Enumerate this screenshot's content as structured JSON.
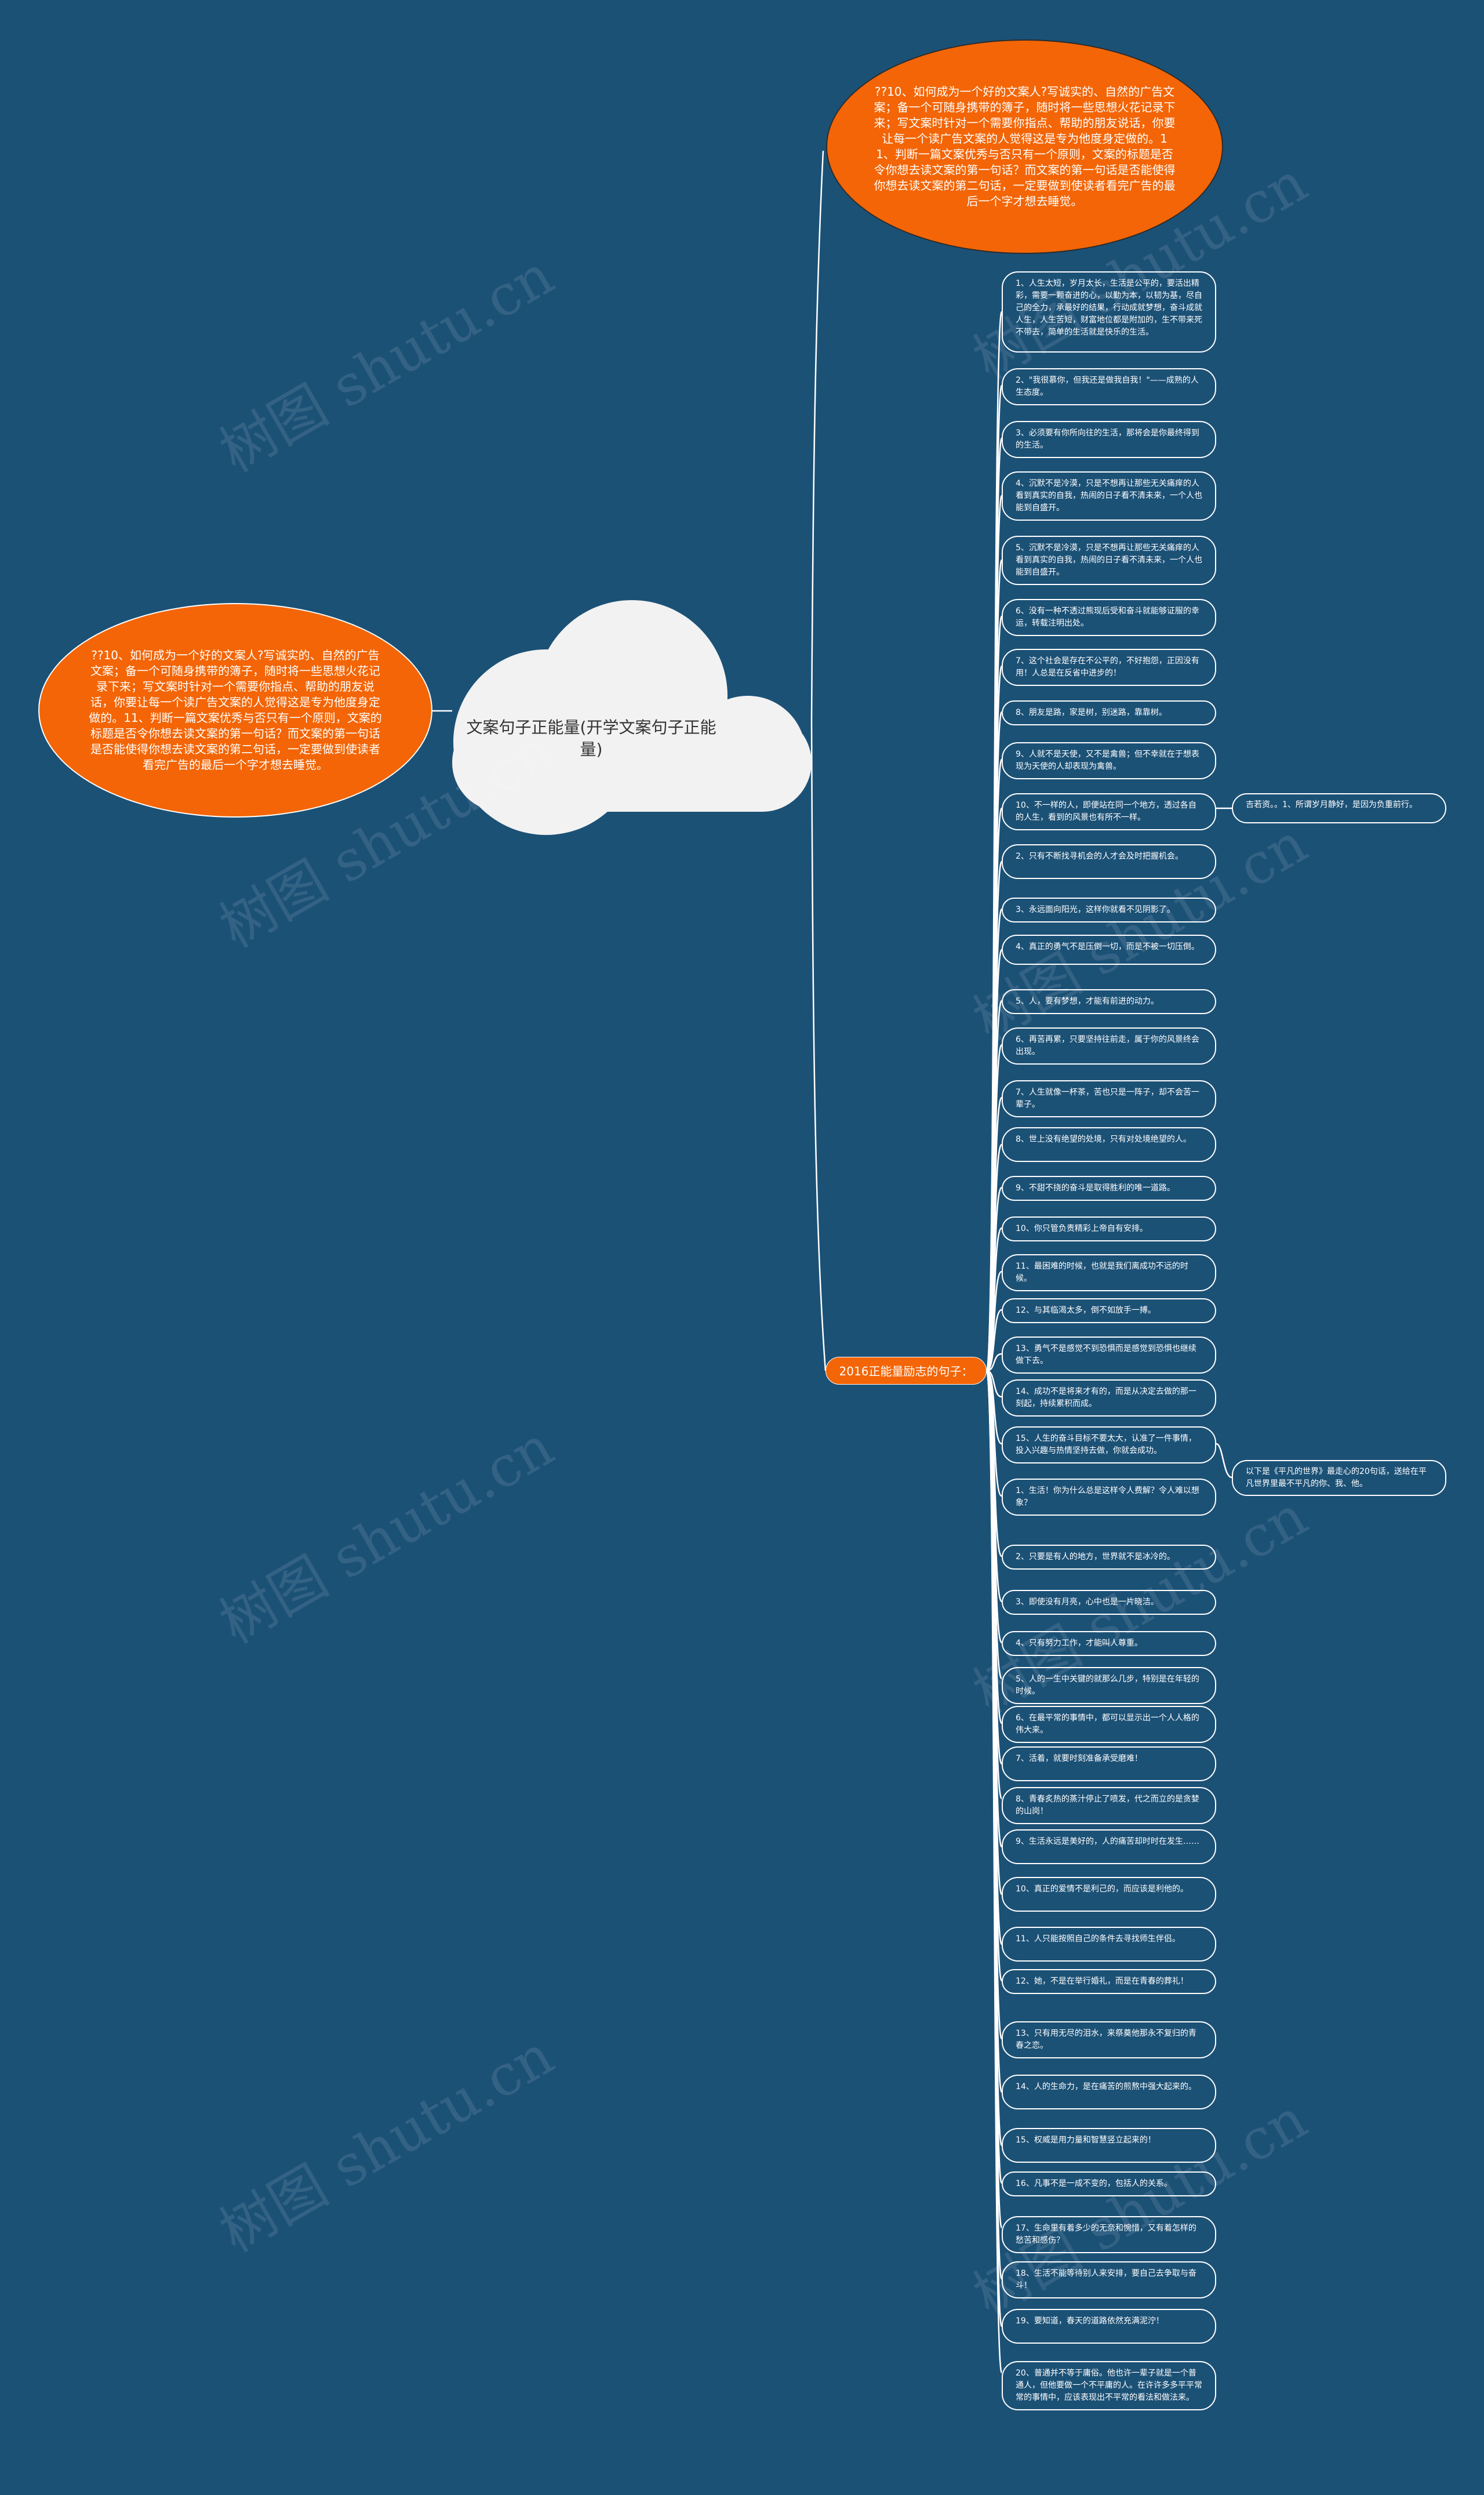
{
  "root": {
    "title": "文案句子正能量(开学文案句子正能量)"
  },
  "top_note": "??10、如何成为一个好的文案人?写诚实的、自然的广告文案；备一个可随身携带的簿子，随时将一些思想火花记录下来；写文案时针对一个需要你指点、帮助的朋友说话，你要让每一个读广告文案的人觉得这是专为他度身定做的。11、判断一篇文案优秀与否只有一个原则，文案的标题是否令你想去读文案的第一句话？而文案的第一句话是否能使得你想去读文案的第二句话，一定要做到使读者看完广告的最后一个字才想去睡觉。",
  "left_note": "??10、如何成为一个好的文案人?写诚实的、自然的广告文案；备一个可随身携带的簿子，随时将一些思想火花记录下来；写文案时针对一个需要你指点、帮助的朋友说话，你要让每一个读广告文案的人觉得这是专为他度身定做的。11、判断一篇文案优秀与否只有一个原则，文案的标题是否令你想去读文案的第一句话？而文案的第一句话是否能使得你想去读文案的第二句话，一定要做到使读者看完广告的最后一个字才想去睡觉。",
  "category": "2016正能量励志的句子：",
  "leaves": [
    "1、人生太短，岁月太长，生活是公平的，要活出精彩，需要一颗奋进的心，以勤为本，以韧为基，尽自己的全力，承最好的结果，行动成就梦想，奋斗成就人生，人生苦短，财富地位都是附加的，生不带来死不带去，简单的生活就是快乐的生活。",
    "2、\"我很慕你，但我还是做我自我！\"——成熟的人生态度。",
    "3、必须要有你所向往的生活，那将会是你最终得到的生活。",
    "4、沉默不是冷漠，只是不想再让那些无关痛痒的人看到真实的自我，热闹的日子看不清未来，一个人也能到自盛开。",
    "5、沉默不是冷漠，只是不想再让那些无关痛痒的人看到真实的自我，热闹的日子看不清未来，一个人也能到自盛开。",
    "6、没有一种不透过熊现后受和奋斗就能够证服的幸运，转载注明出处。",
    "7、这个社会是存在不公平的，不好抱怨，正因没有用！人总是在反省中进步的！",
    "8、朋友是路，家是树，别迷路，靠靠树。",
    "9、人就不是天使，又不是禽兽；但不幸就在于想表现为天使的人却表现为禽兽。",
    "10、不一样的人，即便站在同一个地方，透过各自的人生，看到的风景也有所不一样。",
    "2、只有不断找寻机会的人才会及时把握机会。",
    "3、永远面向阳光，这样你就看不见阴影了。",
    "4、真正的勇气不是压倒一切，而是不被一切压倒。",
    "5、人，要有梦想，才能有前进的动力。",
    "6、再苦再累，只要坚持往前走，属于你的风景终会出现。",
    "7、人生就像一杯茶，苦也只是一阵子，却不会苦一辈子。",
    "8、世上没有绝望的处境，只有对处境绝望的人。",
    "9、不甜不挠的奋斗是取得胜利的唯一道路。",
    "10、你只管负责精彩上帝自有安排。",
    "11、最困难的时候，也就是我们离成功不远的时候。",
    "12、与其临渴太多，倒不如放手一搏。",
    "13、勇气不是感觉不到恐惧而是感觉到恐惧也继续做下去。",
    "14、成功不是将来才有的，而是从决定去做的那一刻起，持续累积而成。",
    "15、人生的奋斗目标不要太大，认准了一件事情，投入兴趣与热情坚持去做，你就会成功。",
    "1、生活！你为什么总是这样令人费解？令人难以想象？",
    "2、只要是有人的地方，世界就不是冰冷的。",
    "3、即使没有月亮，心中也是一片晓洁。",
    "4、只有努力工作，才能叫人尊重。",
    "5、人的一生中关键的就那么几步，特别是在年轻的时候。",
    "6、在最平常的事情中，都可以显示出一个人人格的伟大来。",
    "7、活着，就要时刻准备承受磨难！",
    "8、青春炙热的蒸汁停止了喷发，代之而立的是贪婪的山岗！",
    "9、生活永远是美好的，人的痛苦却时时在发生……",
    "10、真正的爱情不是利己的，而应该是利他的。",
    "11、人只能按照自己的条件去寻找师生伴侣。",
    "12、她，不是在举行婚礼，而是在青春的葬礼！",
    "13、只有用无尽的泪水，来祭奠他那永不复归的青春之恋。",
    "14、人的生命力，是在痛苦的煎熬中强大起来的。",
    "15、权威是用力量和智慧竖立起来的！",
    "16、凡事不是一成不变的，包括人的关系。",
    "17、生命里有着多少的无奈和惋惜，又有着怎样的愁苦和感伤？",
    "18、生活不能等待别人来安排，要自己去争取与奋斗！",
    "19、要知道，春天的道路依然充满泥泞！",
    "20、普通并不等于庸俗。他也许一辈子就是一个普通人，但他要做一个不平庸的人。在许许多多平平常常的事情中，应该表现出不平常的看法和做法来。"
  ],
  "sub_nodes": [
    {
      "parent": 9,
      "text": "吉若资。。1、所谓岁月静好，是因为负重前行。"
    },
    {
      "parent": 23,
      "text": "以下是《平凡的世界》最走心的20句话，送给在平凡世界里最不平凡的你、我、他。"
    }
  ],
  "watermark": "树图 shutu.cn",
  "colors": {
    "background": "#1c5176",
    "accent": "#f36506",
    "line": "#ffffff",
    "cloud": "#f2f2f2"
  }
}
